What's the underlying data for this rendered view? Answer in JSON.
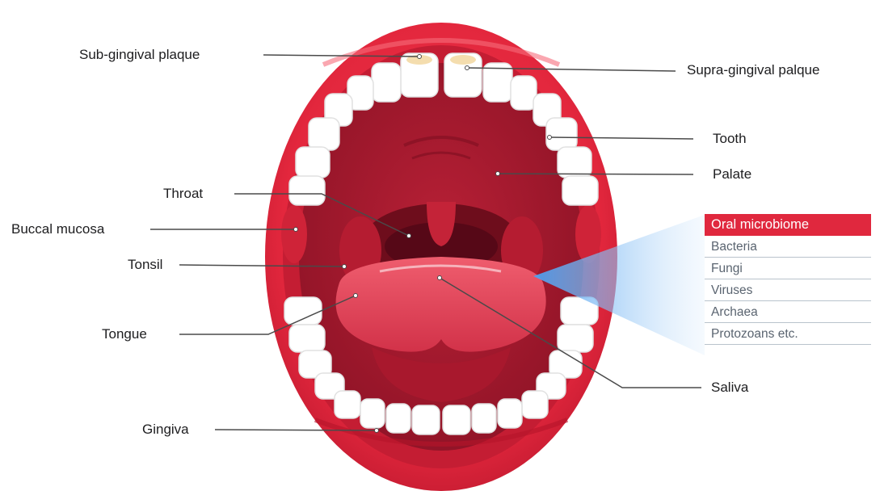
{
  "labels": {
    "sub_gingival_plaque": "Sub-gingival plaque",
    "supra_gingival_plaque": "Supra-gingival palque",
    "tooth": "Tooth",
    "palate": "Palate",
    "throat": "Throat",
    "buccal_mucosa": "Buccal mucosa",
    "tonsil": "Tonsil",
    "tongue": "Tongue",
    "saliva": "Saliva",
    "gingiva": "Gingiva"
  },
  "microbiome": {
    "title": "Oral microbiome",
    "items": [
      "Bacteria",
      "Fungi",
      "Viruses",
      "Archaea",
      "Protozoans etc."
    ]
  },
  "colors": {
    "lip": "#e3273d",
    "lip_dark": "#b5142a",
    "mouth_interior": "#a1172b",
    "throat_dark": "#6e0d1c",
    "tongue": "#e8485a",
    "tooth": "#ffffff",
    "leader_line": "#4a4a4a",
    "microbiome_header": "#e0283e",
    "callout_blue": "#7fb8f0"
  }
}
